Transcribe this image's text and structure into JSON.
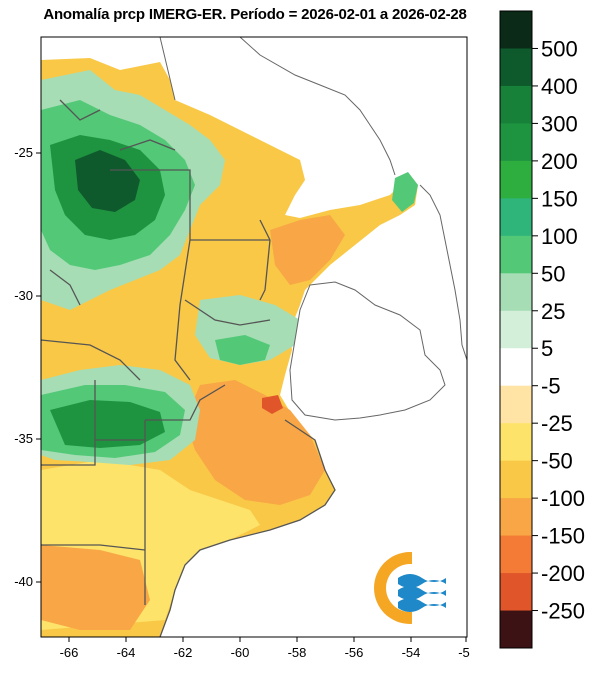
{
  "title": "Anomalía prcp IMERG-ER. Período = 2026-02-01 a 2026-02-28",
  "axes": {
    "x_ticks": [
      "-66",
      "-64",
      "-62",
      "-60",
      "-58",
      "-56",
      "-54",
      "-5"
    ],
    "y_ticks": [
      "-25",
      "-30",
      "-35",
      "-40"
    ]
  },
  "legend": {
    "labels": [
      "500",
      "400",
      "300",
      "200",
      "150",
      "100",
      "50",
      "25",
      "5",
      "-5",
      "-25",
      "-50",
      "-100",
      "-150",
      "-200",
      "-250"
    ],
    "colors": [
      "#0b2a17",
      "#0f5a2c",
      "#17813a",
      "#1f9440",
      "#2dae3f",
      "#2fb57a",
      "#53c978",
      "#a6ddb4",
      "#d4efd9",
      "#ffffff",
      "#ffe4a6",
      "#fde36a",
      "#f9c847",
      "#f8a646",
      "#f47b35",
      "#e0562a",
      "#3d1214"
    ]
  },
  "logo": {
    "name": "logo-wave-icon"
  }
}
